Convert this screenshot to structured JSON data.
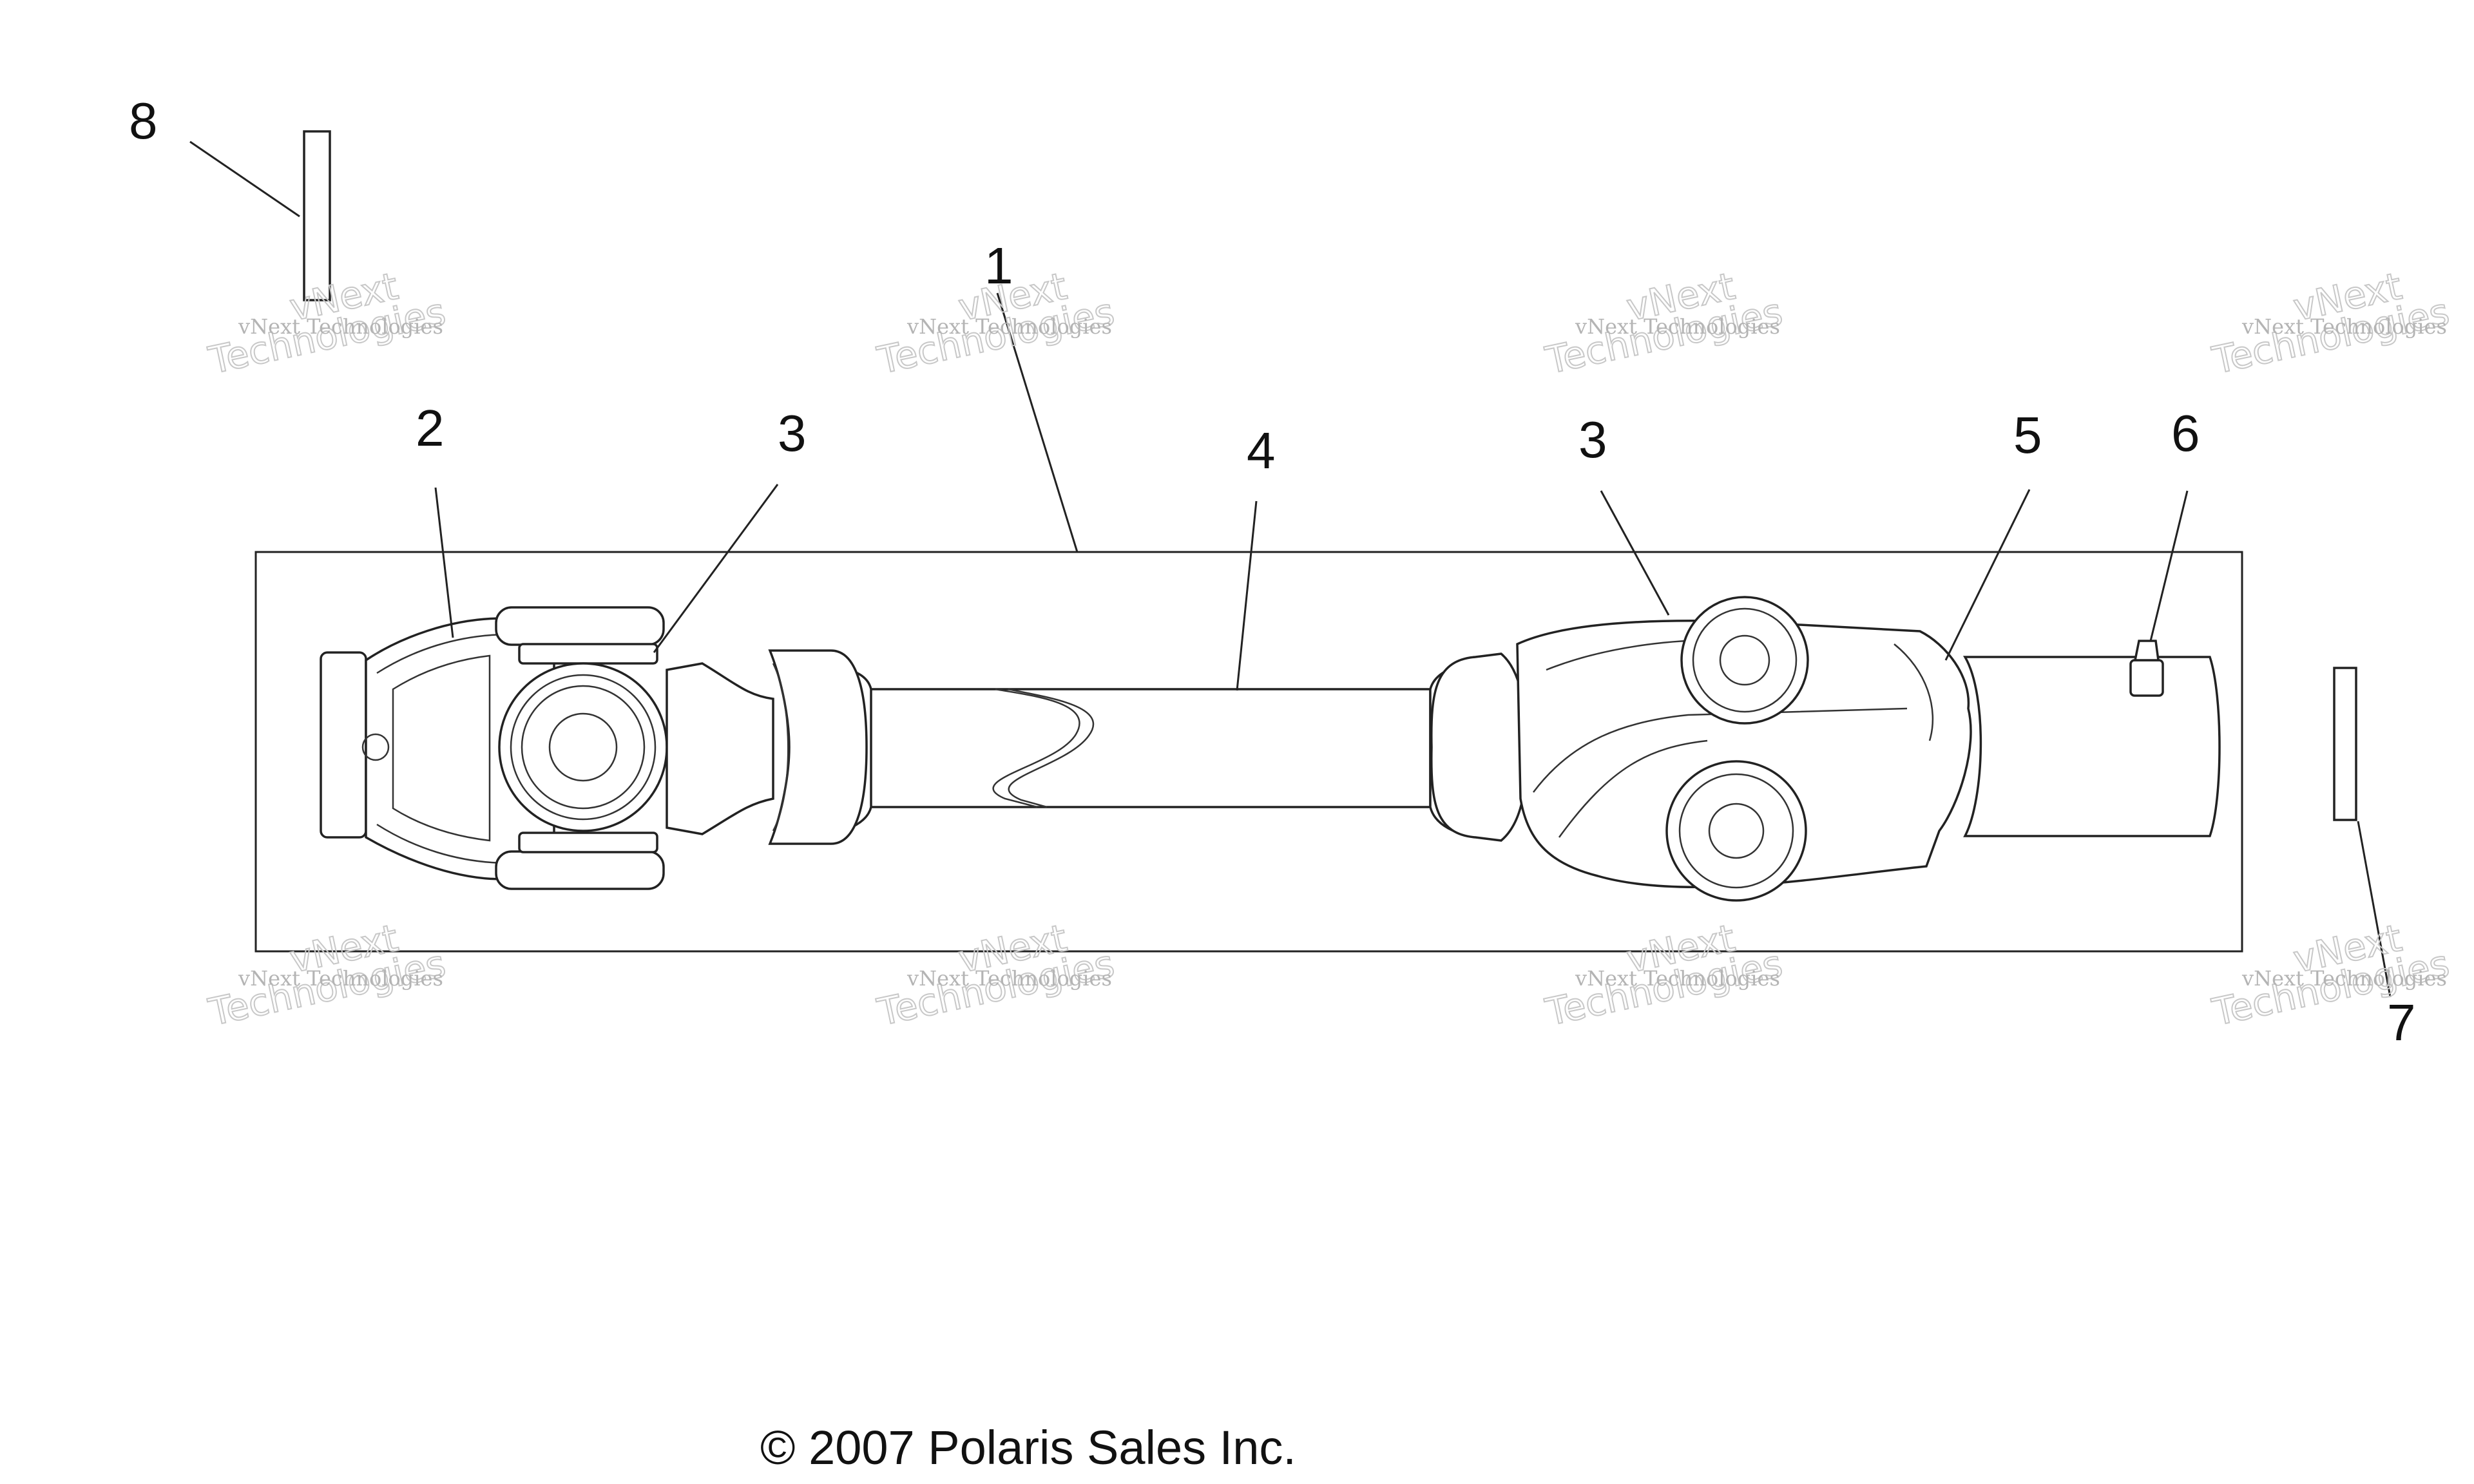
{
  "callouts": {
    "c1": "1",
    "c2": "2",
    "c3a": "3",
    "c3b": "3",
    "c4": "4",
    "c5": "5",
    "c6": "6",
    "c7": "7",
    "c8": "8"
  },
  "watermark": {
    "line1": "vNext Technologies",
    "big_top": "vNext",
    "big_bottom": "Technologies"
  },
  "copyright": "© 2007 Polaris Sales Inc."
}
